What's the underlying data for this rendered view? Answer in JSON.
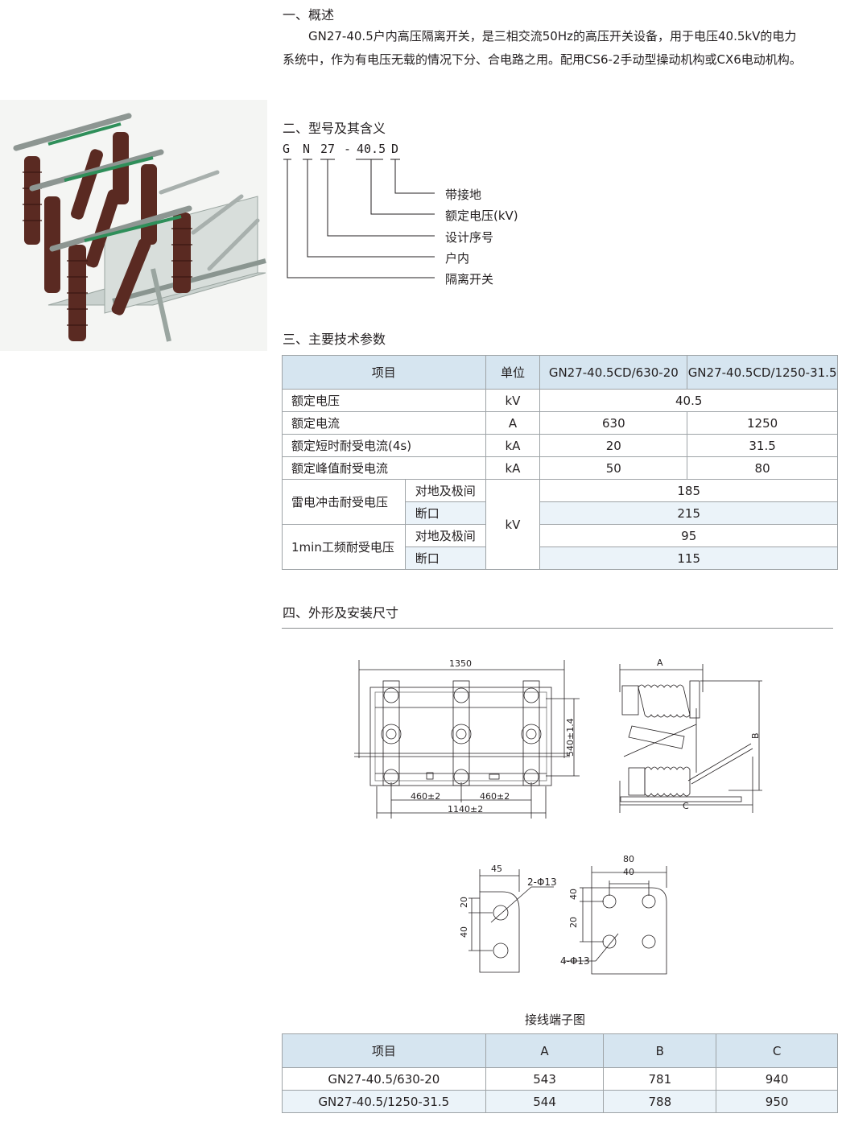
{
  "section1": {
    "title": "一、概述",
    "line1": "GN27-40.5户内高压隔离开关，是三相交流50Hz的高压开关设备，用于电压40.5kV的电力",
    "line2": "系统中，作为有电压无载的情况下分、合电路之用。配用CS6-2手动型操动机构或CX6电动机构。"
  },
  "section2": {
    "title": "二、型号及其含义",
    "code_letters": [
      "G",
      "N",
      "27",
      "-",
      "40.5",
      "D"
    ],
    "meanings": [
      "带接地",
      "额定电压(kV)",
      "设计序号",
      "户内",
      "隔离开关"
    ]
  },
  "section3": {
    "title": "三、主要技术参数",
    "headers": [
      "项目",
      "单位",
      "GN27-40.5CD/630-20",
      "GN27-40.5CD/1250-31.5"
    ],
    "rows": [
      {
        "item": "额定电压",
        "unit": "kV",
        "shared": "40.5"
      },
      {
        "item": "额定电流",
        "unit": "A",
        "v1": "630",
        "v2": "1250"
      },
      {
        "item": "额定短时耐受电流(4s)",
        "unit": "kA",
        "v1": "20",
        "v2": "31.5"
      },
      {
        "item": "额定峰值耐受电流",
        "unit": "kA",
        "v1": "50",
        "v2": "80"
      }
    ],
    "group_unit": "kV",
    "groups": [
      {
        "item": "雷电冲击耐受电压",
        "subs": [
          {
            "label": "对地及极间",
            "value": "185"
          },
          {
            "label": "断口",
            "value": "215"
          }
        ]
      },
      {
        "item": "1min工频耐受电压",
        "subs": [
          {
            "label": "对地及极间",
            "value": "95"
          },
          {
            "label": "断口",
            "value": "115"
          }
        ]
      }
    ]
  },
  "section4": {
    "title": "四、外形及安装尺寸",
    "front_dims": {
      "overall": "1350",
      "height": "540±1.4",
      "pitch1": "460±2",
      "pitch2": "460±2",
      "base": "1140±2"
    },
    "side_dims": {
      "a": "A",
      "b": "B",
      "c": "C"
    },
    "terminal_left": {
      "width": "45",
      "hole": "2-Φ13",
      "d1": "20",
      "d2": "40"
    },
    "terminal_right": {
      "w1": "80",
      "w2": "40",
      "d1": "40",
      "d2": "20",
      "hole": "4-Φ13"
    },
    "terminal_caption": "接线端子图"
  },
  "dim_table": {
    "headers": [
      "项目",
      "A",
      "B",
      "C"
    ],
    "rows": [
      [
        "GN27-40.5/630-20",
        "543",
        "781",
        "940"
      ],
      [
        "GN27-40.5/1250-31.5",
        "544",
        "788",
        "950"
      ]
    ]
  },
  "colors": {
    "header_fill": "#d6e5f0",
    "alt_fill": "#ebf3f9",
    "insulator": "#5a2a22",
    "frame": "#c9d1ce"
  }
}
